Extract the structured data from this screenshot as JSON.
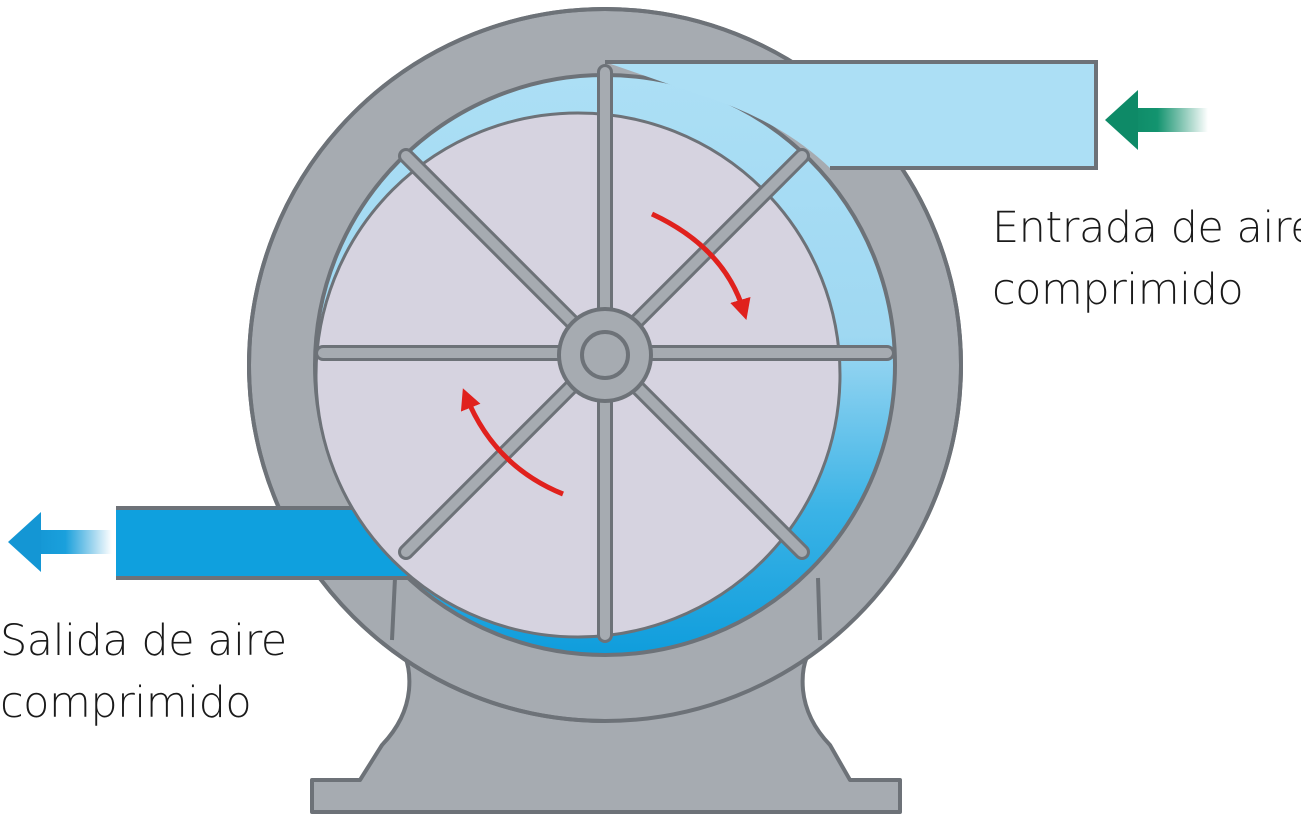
{
  "labels": {
    "inlet": [
      "Entrada de aire",
      "comprimido"
    ],
    "outlet": [
      "Salida de aire",
      "comprimido"
    ]
  },
  "colors": {
    "housing": "#a6abb1",
    "housing_stroke": "#6d7278",
    "rotor": "#d6d3e0",
    "air_light": "#a8dcf3",
    "air_dark": "#1aa3df",
    "inlet_arrow": "#0e8a67",
    "outlet_arrow": "#1496d4",
    "rotation_arrow": "#e0211d"
  },
  "icons": {
    "inlet_arrow": "left-arrow-icon",
    "outlet_arrow": "left-arrow-icon",
    "rotation": "curved-arrow-icon"
  }
}
